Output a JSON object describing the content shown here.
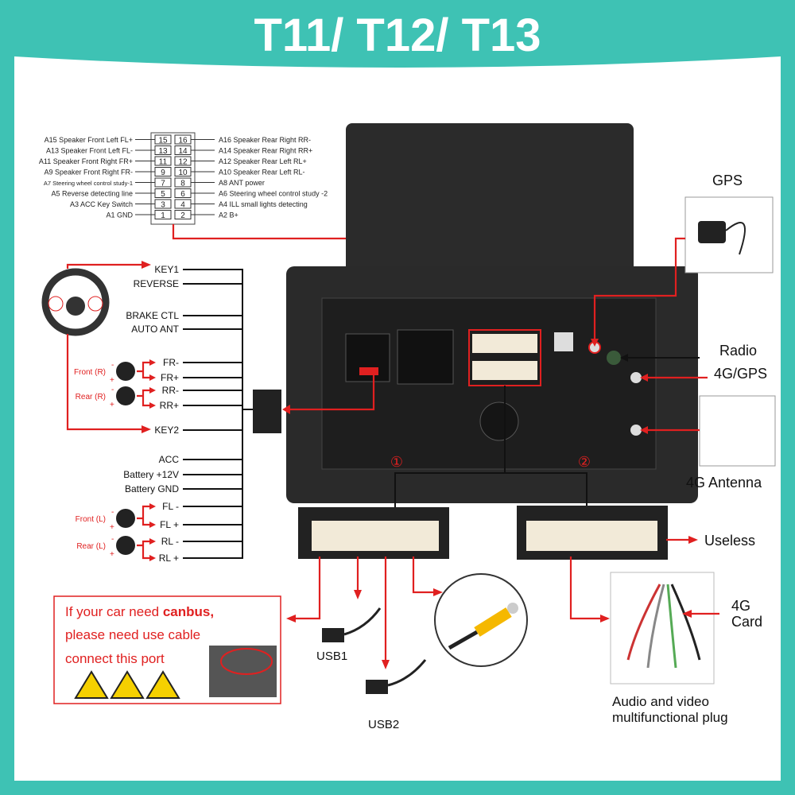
{
  "title": "T11/ T12/ T13",
  "pin_connector": {
    "left": [
      {
        "label": "A15 Speaker Front Left FL+",
        "pin": "15"
      },
      {
        "label": "A13 Speaker Front Left FL-",
        "pin": "13"
      },
      {
        "label": "A11 Speaker Front Right FR+",
        "pin": "11"
      },
      {
        "label": "A9 Speaker Front Right FR-",
        "pin": "9"
      },
      {
        "label": "A7 Steering wheel control study-1",
        "pin": "7"
      },
      {
        "label": "A5 Reverse detecting line",
        "pin": "5"
      },
      {
        "label": "A3 ACC Key Switch",
        "pin": "3"
      },
      {
        "label": "A1 GND",
        "pin": "1"
      }
    ],
    "right": [
      {
        "label": "A16 Speaker Rear Right RR-",
        "pin": "16"
      },
      {
        "label": "A14 Speaker Rear Right RR+",
        "pin": "14"
      },
      {
        "label": "A12 Speaker Rear Left RL+",
        "pin": "12"
      },
      {
        "label": "A10 Speaker Rear Left RL-",
        "pin": "10"
      },
      {
        "label": "A8 ANT power",
        "pin": "8"
      },
      {
        "label": "A6 Steering wheel control study -2",
        "pin": "6"
      },
      {
        "label": "A4 ILL small lights detecting",
        "pin": "4"
      },
      {
        "label": "A2 B+",
        "pin": "2"
      }
    ]
  },
  "harness_wires": [
    "KEY1",
    "REVERSE",
    "BRAKE CTL",
    "AUTO ANT",
    "FR-",
    "FR+",
    "RR-",
    "RR+",
    "KEY2",
    "ACC",
    "Battery +12V",
    "Battery GND",
    "FL -",
    "FL +",
    "RL -",
    "RL +"
  ],
  "speakers": [
    "Front (R)",
    "Rear (R)",
    "Front (L)",
    "Rear (L)"
  ],
  "polarity": {
    "minus": "-",
    "plus": "+"
  },
  "right_labels": {
    "gps": "GPS",
    "radio": "Radio",
    "gps4g": "4G/GPS",
    "antenna": "4G Antenna",
    "useless": "Useless",
    "card_line1": "4G",
    "card_line2": "Card"
  },
  "connector_numbers": [
    "①",
    "②"
  ],
  "canbus": {
    "line1_pre": "If your car need ",
    "line1_bold": "canbus,",
    "line2": "please need use cable",
    "line3": "connect this port",
    "warning_icon": "warning-triangle"
  },
  "usb": [
    "USB1",
    "USB2"
  ],
  "av_plug": {
    "line1": "Audio and video",
    "line2": "multifunctional plug"
  },
  "colors": {
    "teal": "#3ec2b4",
    "red": "#e02020",
    "unit": "#2a2a2a"
  }
}
